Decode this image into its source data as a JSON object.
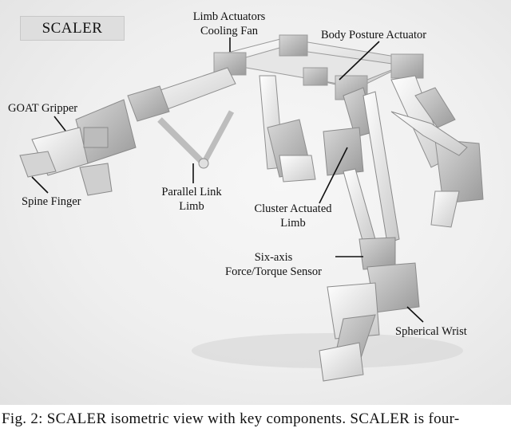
{
  "figure": {
    "title": "SCALER",
    "labels": {
      "limb_fan": [
        "Limb Actuators",
        "Cooling Fan"
      ],
      "body_posture": "Body Posture Actuator",
      "goat_gripper": "GOAT Gripper",
      "spine_finger": "Spine Finger",
      "parallel_link": [
        "Parallel Link",
        "Limb"
      ],
      "cluster_actuated": [
        "Cluster Actuated",
        "Limb"
      ],
      "force_torque": [
        "Six-axis",
        "Force/Torque Sensor"
      ],
      "spherical_wrist": "Spherical Wrist"
    }
  },
  "caption": "Fig. 2: SCALER isometric view with key components. SCALER is four-"
}
